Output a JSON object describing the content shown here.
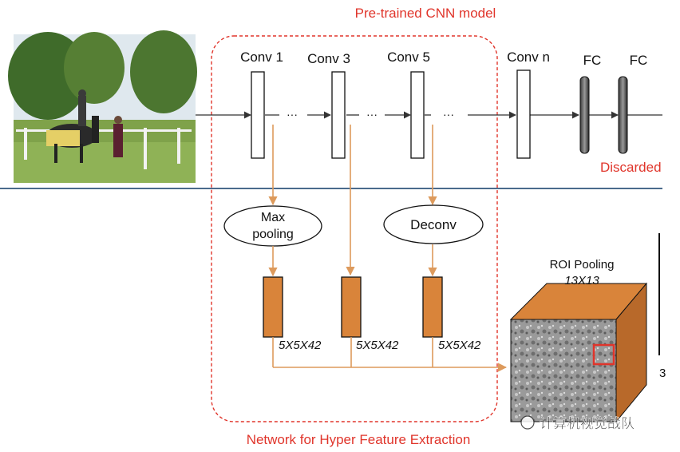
{
  "title": "Pre-trained CNN model",
  "bottom_label": "Network for Hyper Feature Extraction",
  "layers": [
    {
      "label": "Conv 1"
    },
    {
      "label": "Conv 3"
    },
    {
      "label": "Conv 5"
    },
    {
      "label": "Conv n"
    },
    {
      "label": "FC"
    },
    {
      "label": "FC"
    }
  ],
  "ellipsis": "···",
  "discarded_label": "Discarded",
  "ops": {
    "max_pooling_line1": "Max",
    "max_pooling_line2": "pooling",
    "deconv": "Deconv"
  },
  "feature_size": "5X5X42",
  "roi": {
    "line1": "ROI Pooling",
    "line2": "13X13"
  },
  "partial_right_text": "3",
  "watermark": "计算机视觉战队",
  "colors": {
    "red": "#e0352b",
    "orange_fill": "#d9843a",
    "orange_arrow": "#dd9a5c",
    "divider": "#4a6a8c",
    "cube_side": "#b8692a",
    "cube_top": "#d9843a"
  }
}
